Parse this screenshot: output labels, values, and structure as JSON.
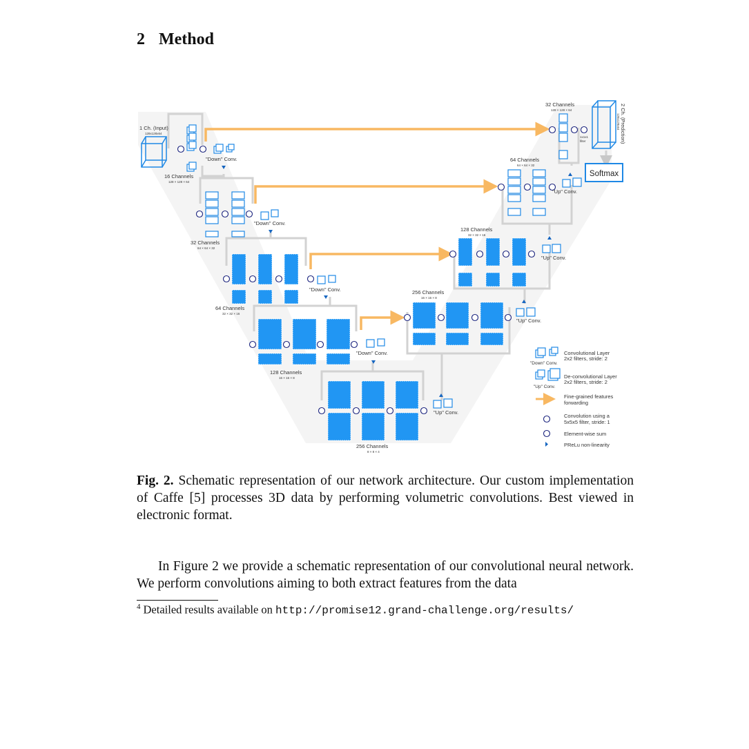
{
  "section": {
    "number": "2",
    "title": "Method"
  },
  "figure": {
    "labels": {
      "input": "1 Ch. (Input)",
      "input_dims": "128x128x64",
      "l16": "16 Channels",
      "l16_dims": "128 × 128 × 64",
      "l32": "32 Channels",
      "l32_dims": "64 × 64 × 32",
      "l64": "64 Channels",
      "l64_dims": "32 × 32 × 16",
      "l128": "128 Channels",
      "l128_dims": "16 × 16 × 8",
      "l256": "256 Channels",
      "l256_dims": "8 × 8 × 4",
      "r256": "256 Channels",
      "r256_dims": "16 × 16 × 8",
      "r128": "128 Channels",
      "r128_dims": "32 × 32 × 16",
      "r64": "64 Channels",
      "r64_dims": "64 × 64 × 32",
      "r32": "32 Channels",
      "r32_dims": "128 × 128 × 64",
      "output": "2 Ch. (Prediction)",
      "output_sub": "128x128x64",
      "onebyone": "1x1x1",
      "filter": "filter",
      "softmax": "Softmax",
      "down_conv": "\"Down\" Conv.",
      "up_conv": "\"Up\" Conv."
    },
    "legend": [
      {
        "icon": "conv-layer-icon",
        "text1": "Convolutional Layer",
        "text2": "2x2 filters, stride: 2",
        "sub": "\"Down\" Conv."
      },
      {
        "icon": "deconv-layer-icon",
        "text1": "De-convolutional Layer",
        "text2": "2x2 filters, stride: 2",
        "sub": "\"Up\" Conv."
      },
      {
        "icon": "forwarding-arrow-icon",
        "text1": "Fine-grained features",
        "text2": "forwarding"
      },
      {
        "icon": "convolution-symbol-icon",
        "text1": "Convolution using a",
        "text2": "5x5x5 filter, stride: 1"
      },
      {
        "icon": "sum-symbol-icon",
        "text1": "Element-wise sum",
        "text2": ""
      },
      {
        "icon": "prelu-arrow-icon",
        "text1": "PReLu non-linearity",
        "text2": ""
      }
    ],
    "colors": {
      "block": "#2196f3",
      "edge": "#1e88e5",
      "forward": "#f8b862",
      "path": "#d0d0d0",
      "bg": "#f3f3f3"
    }
  },
  "caption": {
    "label": "Fig. 2.",
    "text": "Schematic representation of our network architecture. Our custom implementation of Caffe [5] processes 3D data by performing volumetric convolutions. Best viewed in electronic format."
  },
  "paragraph": "In Figure 2 we provide a schematic representation of our convolutional neural network. We perform convolutions aiming to both extract features from the data",
  "footnote": {
    "mark": "4",
    "text": "Detailed results available on",
    "url": "http://promise12.grand-challenge.org/results/"
  }
}
